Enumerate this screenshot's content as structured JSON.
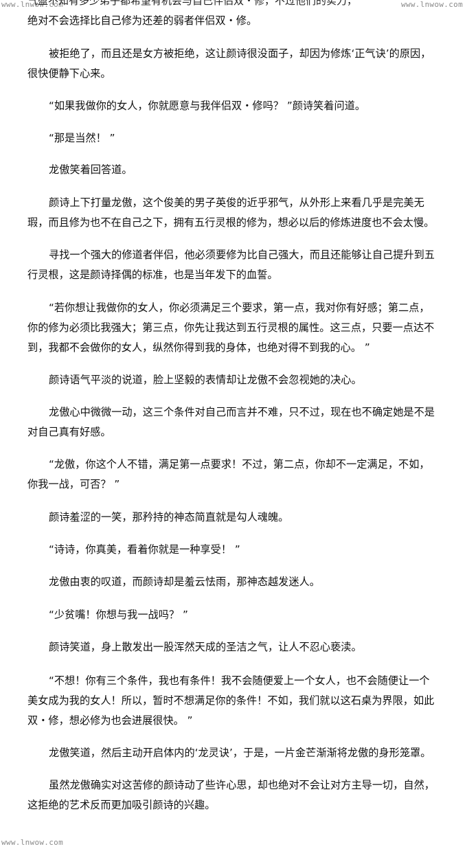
{
  "watermarks": {
    "top_left": "www.lnwow.com",
    "top_right": "www.lnwow.com",
    "bottom_left": "www.lnwow.com"
  },
  "top_fragment": "气盈不知有多少弟子都希望有机会与自己伴侣双・修，不过他们的实力，",
  "paragraphs": [
    "绝对不会选择比自己修为还差的弱者伴侣双・修。",
    "被拒绝了，而且还是女方被拒绝，这让颜诗很没面子，却因为修炼‘正气诀’的原因，很快便静下心来。",
    "“如果我做你的女人，你就愿意与我伴侣双・修吗？ ”颜诗笑着问道。",
    "“那是当然！ ”",
    "龙傲笑着回答道。",
    "颜诗上下打量龙傲，这个俊美的男子英俊的近乎邪气，从外形上来看几乎是完美无瑕，而且修为也不在自己之下，拥有五行灵根的修为，想必以后的修炼进度也不会太慢。",
    "寻找一个强大的修道者伴侣，他必须要修为比自己强大，而且还能够让自己提升到五行灵根，这是颜诗择偶的标准，也是当年发下的血誓。",
    "“若你想让我做你的女人，你必须满足三个要求，第一点，我对你有好感；第二点，你的修为必须比我强大；第三点，你先让我达到五行灵根的属性。这三点，只要一点达不到，我都不会做你的女人，纵然你得到我的身体，也绝对得不到我的心。 ”",
    "颜诗语气平淡的说道，脸上坚毅的表情却让龙傲不会忽视她的决心。",
    "龙傲心中微微一动，这三个条件对自己而言并不难，只不过，现在也不确定她是不是对自己真有好感。",
    "“龙傲，你这个人不错，满足第一点要求！不过，第二点，你却不一定满足，不如，你我一战，可否？ ”",
    "颜诗羞涩的一笑，那矜持的神态简直就是勾人魂魄。",
    "“诗诗，你真美，看着你就是一种享受！ ”",
    "龙傲由衷的叹道，而颜诗却是羞云怯雨，那神态越发迷人。",
    "“少贫嘴！你想与我一战吗？ ”",
    "颜诗笑道，身上散发出一股浑然天成的圣洁之气，让人不忍心亵渎。",
    "“不想！你有三个条件，我也有条件！我不会随便爱上一个女人，也不会随便让一个美女成为我的女人！所以，暂时不想满足你的条件！不如，我们就以这石桌为界限，如此双・修，想必修为也会进展很快。 ”",
    "龙傲笑道，然后主动开启体内的‘龙灵诀’，于是，一片金芒渐渐将龙傲的身形笼罩。",
    "虽然龙傲确实对这苦修的颜诗动了些许心思，却也绝对不会让对方主导一切，自然，这拒绝的艺术反而更加吸引颜诗的兴趣。"
  ]
}
